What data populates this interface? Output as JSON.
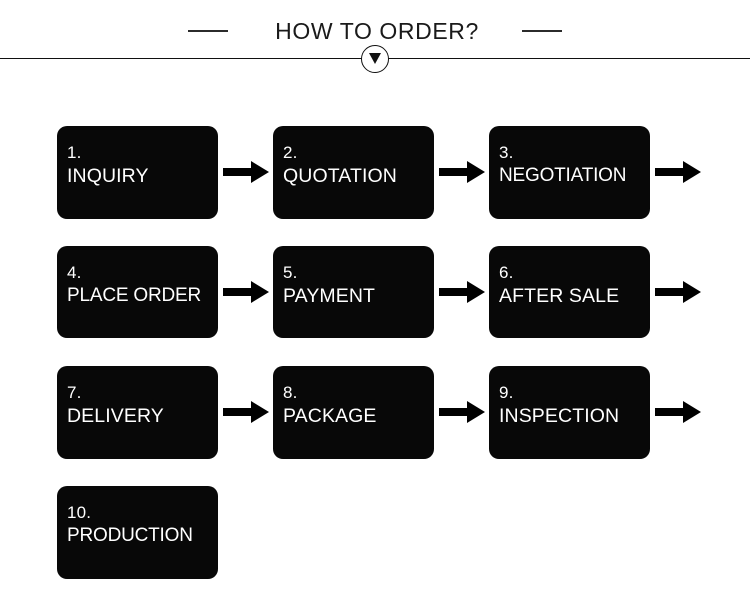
{
  "header": {
    "title": "HOW TO ORDER?",
    "left_dash": "",
    "right_dash": "",
    "badge_icon": "caret-down-icon",
    "rule_color": "#111111"
  },
  "colors": {
    "box_fill": "#080808",
    "box_text": "#ffffff",
    "page_background": "#ffffff",
    "arrow": "#000000",
    "title_text": "#1a1a1a"
  },
  "flow": {
    "arrow_icon": "arrow-right-icon",
    "rows": [
      {
        "steps": [
          {
            "num": "1.",
            "label": "INQUIRY"
          },
          {
            "num": "2.",
            "label": "QUOTATION"
          },
          {
            "num": "3.",
            "label": "NEGOTIATION"
          }
        ]
      },
      {
        "steps": [
          {
            "num": "4.",
            "label": "PLACE ORDER"
          },
          {
            "num": "5.",
            "label": "PAYMENT"
          },
          {
            "num": "6.",
            "label": "AFTER SALE"
          }
        ]
      },
      {
        "steps": [
          {
            "num": "7.",
            "label": "DELIVERY"
          },
          {
            "num": "8.",
            "label": "PACKAGE"
          },
          {
            "num": "9.",
            "label": "INSPECTION"
          }
        ]
      },
      {
        "steps": [
          {
            "num": "10.",
            "label": "PRODUCTION"
          }
        ]
      }
    ]
  }
}
